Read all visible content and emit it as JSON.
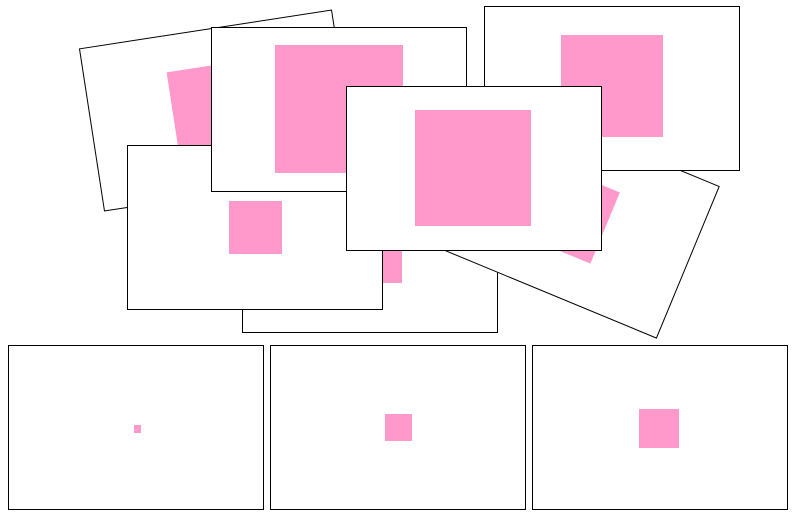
{
  "colors": {
    "card_background": "#ffffff",
    "card_border": "#000000",
    "square": "#ff99cc"
  },
  "layout_note_free": true,
  "cards": [
    {
      "id": "c1",
      "rotated": true
    },
    {
      "id": "c5",
      "rotated": false
    },
    {
      "id": "c6",
      "rotated": false
    },
    {
      "id": "c2",
      "rotated": false
    },
    {
      "id": "c4",
      "rotated": true
    },
    {
      "id": "c3",
      "rotated": false
    },
    {
      "id": "c7",
      "rotated": false
    },
    {
      "id": "b1",
      "rotated": false
    },
    {
      "id": "b2",
      "rotated": false
    },
    {
      "id": "b3",
      "rotated": false
    }
  ]
}
